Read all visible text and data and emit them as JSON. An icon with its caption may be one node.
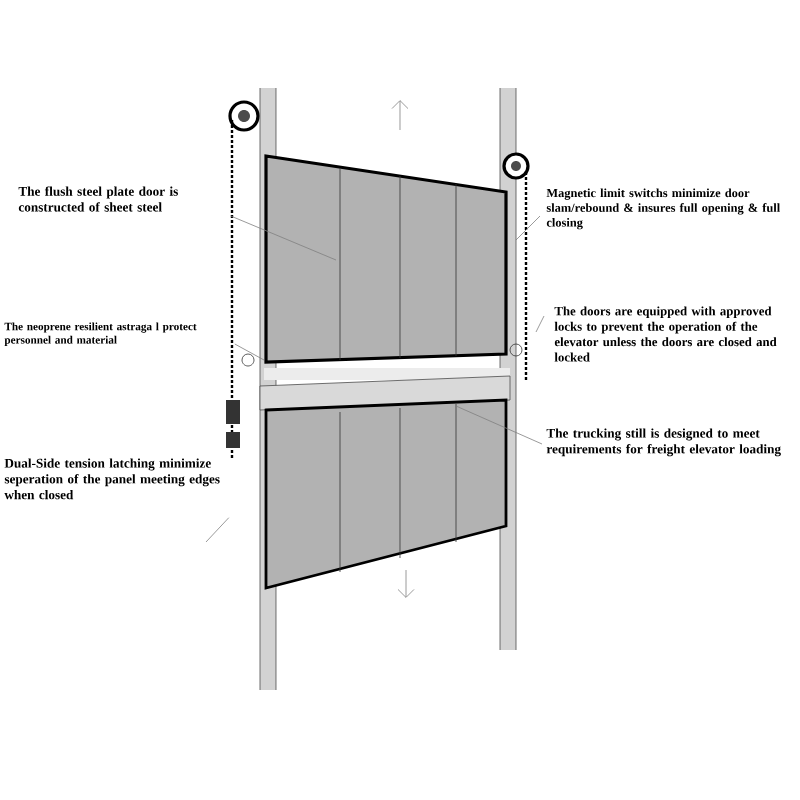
{
  "diagram": {
    "nodes": [
      {
        "text": [
          "The flush steel plate door is constructed of sheet steel"
        ]
      },
      {
        "text": [
          "The neoprene resilient astraga l protect personnel and material"
        ]
      },
      {
        "text": [
          "Dual-Side tension latching minimize seperation of the panel meeting edges  when closed"
        ]
      },
      {
        "text": [
          "Magnetic limit switchs minimize door slam/rebound & insures full opening & full closing"
        ]
      },
      {
        "text": [
          "The doors are equipped with approved locks to prevent the operation of the elevator unless the doors are closed and locked"
        ]
      },
      {
        "text": [
          "The trucking still is designed to meet requirements for freight elevator loading"
        ]
      }
    ],
    "edges": [
      {
        "from": 0,
        "to": null,
        "arrow": "none"
      },
      {
        "from": 1,
        "to": null,
        "arrow": "none"
      },
      {
        "from": 2,
        "to": null,
        "arrow": "none"
      },
      {
        "from": 3,
        "to": null,
        "arrow": "none"
      },
      {
        "from": 4,
        "to": null,
        "arrow": "none"
      },
      {
        "from": 5,
        "to": null,
        "arrow": "none"
      }
    ]
  }
}
